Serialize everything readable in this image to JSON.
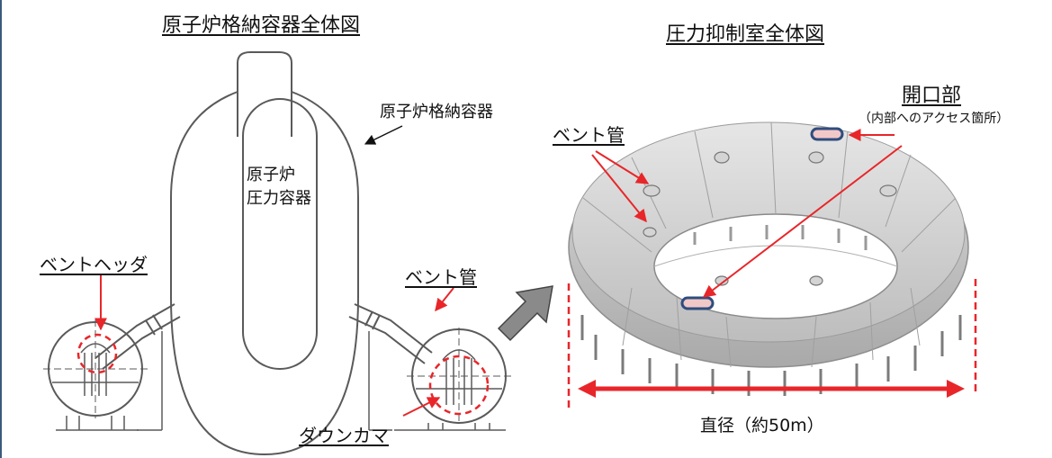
{
  "left_title": "原子炉格納容器全体図",
  "right_title": "圧力抑制室全体図",
  "containment_label": "原子炉格納容器",
  "reactor_vessel_line1": "原子炉",
  "reactor_vessel_line2": "圧力容器",
  "vent_header_label": "ベントヘッダ",
  "vent_pipe_left_label": "ベント管",
  "downcomer_label": "ダウンカマ",
  "vent_pipe_right_label": "ベント管",
  "opening_label": "開口部",
  "opening_note": "（内部へのアクセス箇所）",
  "diameter_label": "直径（約50m）",
  "colors": {
    "callout_red": "#e8262a",
    "outline": "#5a5a5a",
    "torus_grey": "#c9c9c9",
    "hatch_blue": "#2f4d7e",
    "arrow_grey": "#8a8a8a"
  }
}
